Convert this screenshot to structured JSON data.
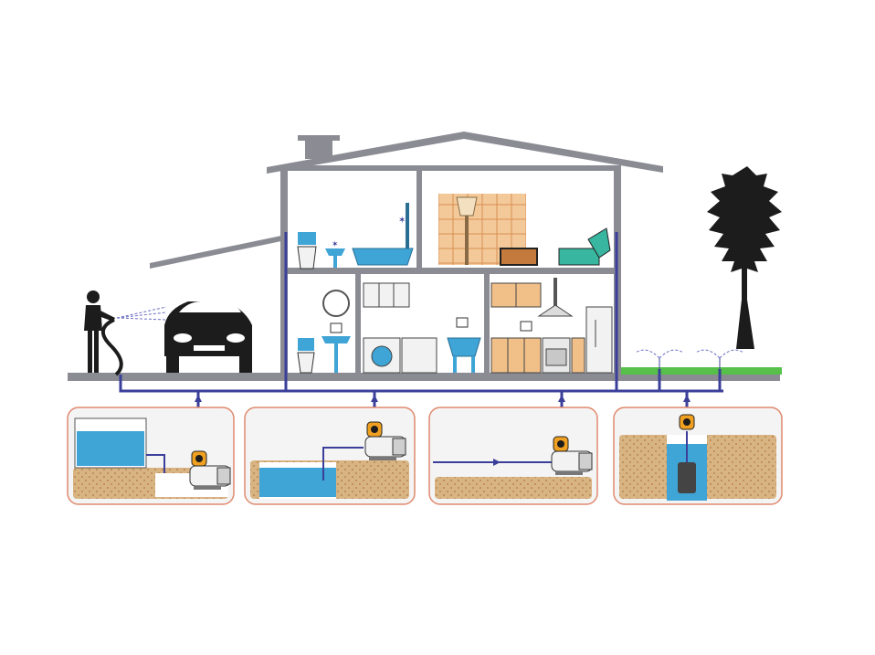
{
  "diagram": {
    "kind": "water-pump-installation-illustration",
    "text_labels": [],
    "colors": {
      "water": "#3fa4d6",
      "pipe": "#3b3f9a",
      "wall": "#6e6f7a",
      "soil": "#d9b483",
      "soil_dot": "#b8864e",
      "panel_border": "#e08a6e",
      "panel_fill": "#f4f4f4",
      "wood": "#f1c089",
      "grass": "#56c04a",
      "silhouette": "#1c1c1c",
      "pump_orange": "#f0a020"
    },
    "scenes": {
      "house": {
        "rooms": [
          "bathroom-upstairs",
          "attic-room",
          "bathroom-downstairs",
          "laundry",
          "kitchen"
        ]
      },
      "garage": {
        "items": [
          "person-with-hose",
          "car"
        ]
      },
      "garden": {
        "items": [
          "sprinklers",
          "tree",
          "lawn"
        ]
      }
    },
    "panels": [
      {
        "id": "tank",
        "description_icon": "raised-tank-icon"
      },
      {
        "id": "pit",
        "description_icon": "open-reservoir-icon"
      },
      {
        "id": "mains",
        "description_icon": "inline-supply-icon"
      },
      {
        "id": "well",
        "description_icon": "deep-well-icon"
      }
    ]
  }
}
